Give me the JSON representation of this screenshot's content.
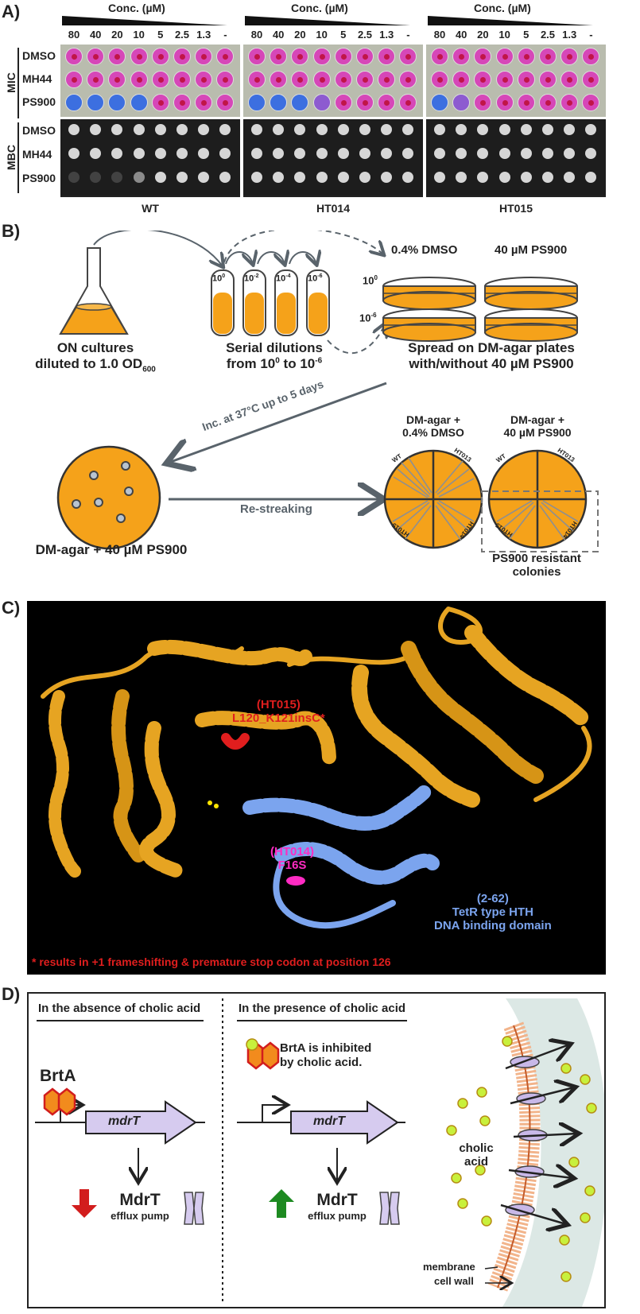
{
  "panelA": {
    "letter": "A)",
    "conc_header": "Conc. (µM)",
    "concentrations": [
      "80",
      "40",
      "20",
      "10",
      "5",
      "2.5",
      "1.3",
      "-"
    ],
    "rows_mic": [
      "DMSO",
      "MH44",
      "PS900"
    ],
    "rows_mbc": [
      "DMSO",
      "MH44",
      "PS900"
    ],
    "side_mic": "MIC",
    "side_mbc": "MBC",
    "strains": [
      "WT",
      "HT014",
      "HT015"
    ],
    "colors": {
      "pink": "#d647b8",
      "blue": "#3c6fe0",
      "purple": "#8d5bd0",
      "redspot": "#c01548"
    },
    "mic_colors": [
      [
        [
          "p",
          "p",
          "p",
          "p",
          "p",
          "p",
          "p",
          "p"
        ],
        [
          "p",
          "p",
          "p",
          "p",
          "p",
          "p",
          "p",
          "p"
        ],
        [
          "b",
          "b",
          "b",
          "b",
          "p",
          "p",
          "p",
          "p"
        ]
      ],
      [
        [
          "p",
          "p",
          "p",
          "p",
          "p",
          "p",
          "p",
          "p"
        ],
        [
          "p",
          "p",
          "p",
          "p",
          "p",
          "p",
          "p",
          "p"
        ],
        [
          "b",
          "b",
          "b",
          "v",
          "p",
          "p",
          "p",
          "p"
        ]
      ],
      [
        [
          "p",
          "p",
          "p",
          "p",
          "p",
          "p",
          "p",
          "p"
        ],
        [
          "p",
          "p",
          "p",
          "p",
          "p",
          "p",
          "p",
          "p"
        ],
        [
          "b",
          "v",
          "p",
          "p",
          "p",
          "p",
          "p",
          "p"
        ]
      ]
    ],
    "mbc_growth": [
      [
        [
          1,
          1,
          1,
          1,
          1,
          1,
          1,
          1
        ],
        [
          1,
          1,
          1,
          1,
          1,
          1,
          1,
          1
        ],
        [
          0.2,
          0.2,
          0.2,
          0.6,
          1,
          1,
          1,
          1
        ]
      ],
      [
        [
          1,
          1,
          1,
          1,
          1,
          1,
          1,
          1
        ],
        [
          1,
          1,
          1,
          1,
          1,
          1,
          1,
          1
        ],
        [
          1,
          1,
          1,
          1,
          1,
          1,
          1,
          1
        ]
      ],
      [
        [
          1,
          1,
          1,
          1,
          1,
          1,
          1,
          1
        ],
        [
          1,
          1,
          1,
          1,
          1,
          1,
          1,
          1
        ],
        [
          1,
          1,
          1,
          1,
          1,
          1,
          1,
          1
        ]
      ]
    ]
  },
  "panelB": {
    "letter": "B)",
    "flask_caption_1": "ON cultures",
    "flask_caption_2": "diluted to 1.0 OD",
    "flask_caption_sub": "600",
    "tubes": [
      [
        "10",
        "0"
      ],
      [
        "10",
        "-2"
      ],
      [
        "10",
        "-4"
      ],
      [
        "10",
        "-6"
      ]
    ],
    "dilution_caption_1": "Serial dilutions",
    "dilution_caption_2": "from 10",
    "dilution_caption_2_sup": "0",
    "dilution_caption_2b": " to 10",
    "dilution_caption_2b_sup": "-6",
    "plate_head_dmso": "0.4% DMSO",
    "plate_head_ps": "40 µM PS900",
    "row_label_1": [
      "10",
      "0"
    ],
    "row_label_2": [
      "10",
      "-6"
    ],
    "spread_caption_1": "Spread on DM-agar plates",
    "spread_caption_2": "with/without 40 µM PS900",
    "incubation_label": "Inc. at 37°C up to 5 days",
    "restreak_label": "Re-streaking",
    "colony_plate_caption": "DM-agar + 40 µM PS900",
    "streak_dmso_1": "DM-agar +",
    "streak_dmso_2": "0.4% DMSO",
    "streak_ps_1": "DM-agar +",
    "streak_ps_2": "40 µM PS900",
    "quadrants": [
      "WT",
      "HT013",
      "HT015",
      "HT014"
    ],
    "resistant_1": "PS900 resistant",
    "resistant_2": "colonies",
    "colors": {
      "orange": "#f5a21a",
      "gray": "#59636b"
    }
  },
  "panelC": {
    "letter": "C)",
    "ht015_1": "(HT015)",
    "ht015_2": "L120_K121insC*",
    "ht014_1": "(HT014)",
    "ht014_2": "F16S",
    "domain_1": "(2-62)",
    "domain_2": "TetR type HTH",
    "domain_3": "DNA binding domain",
    "footnote": "* results in +1 frameshifting & premature stop codon at position 126",
    "colors": {
      "gold": "#e6a422",
      "blue": "#7ba4ee",
      "red": "#e01e1e",
      "magenta": "#ff2bc3"
    }
  },
  "panelD": {
    "letter": "D)",
    "absence_title": "In the absence of cholic acid",
    "presence_title": "In the presence of cholic acid",
    "brta": "BrtA",
    "brta_inhibited_1": "BrtA is inhibited",
    "brta_inhibited_2": "by cholic acid.",
    "gene": "mdrT",
    "protein": "MdrT",
    "pump": "efflux pump",
    "cholic_1": "cholic",
    "cholic_2": "acid",
    "membrane": "membrane",
    "cell_wall": "cell wall",
    "colors": {
      "lavender": "#d6cbef",
      "hex": "#f28b1d",
      "down": "#d21d1d",
      "up": "#1d8a21",
      "green": "#c8f03c"
    }
  }
}
